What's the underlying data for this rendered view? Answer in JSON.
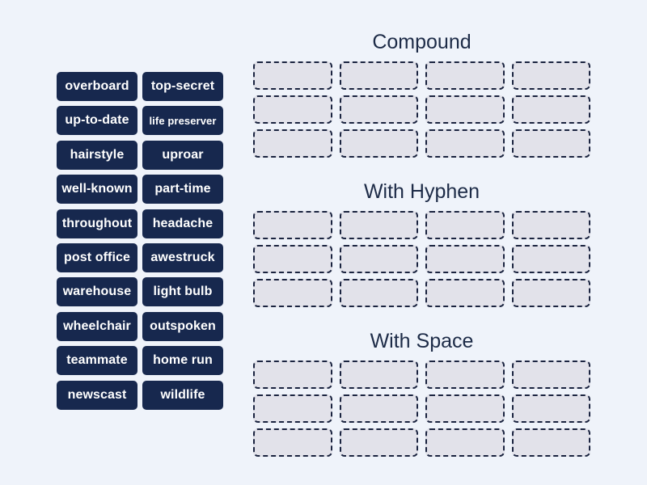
{
  "activity": {
    "type_label": "group-sort",
    "word_bank": {
      "words": [
        "overboard",
        "top-secret",
        "up-to-date",
        "life preserver",
        "hairstyle",
        "uproar",
        "well-known",
        "part-time",
        "throughout",
        "headache",
        "post office",
        "awestruck",
        "warehouse",
        "light bulb",
        "wheelchair",
        "outspoken",
        "teammate",
        "home run",
        "newscast",
        "wildlife"
      ]
    },
    "groups": [
      {
        "label": "Compound",
        "slot_count": 12
      },
      {
        "label": "With Hyphen",
        "slot_count": 12
      },
      {
        "label": "With Space",
        "slot_count": 12
      }
    ]
  },
  "colors": {
    "background": "#eff3fa",
    "tile_background": "#17284e",
    "tile_text": "#ffffff",
    "slot_fill": "#e2e2ea",
    "slot_border": "#1b2440",
    "group_title": "#1d2b47"
  }
}
